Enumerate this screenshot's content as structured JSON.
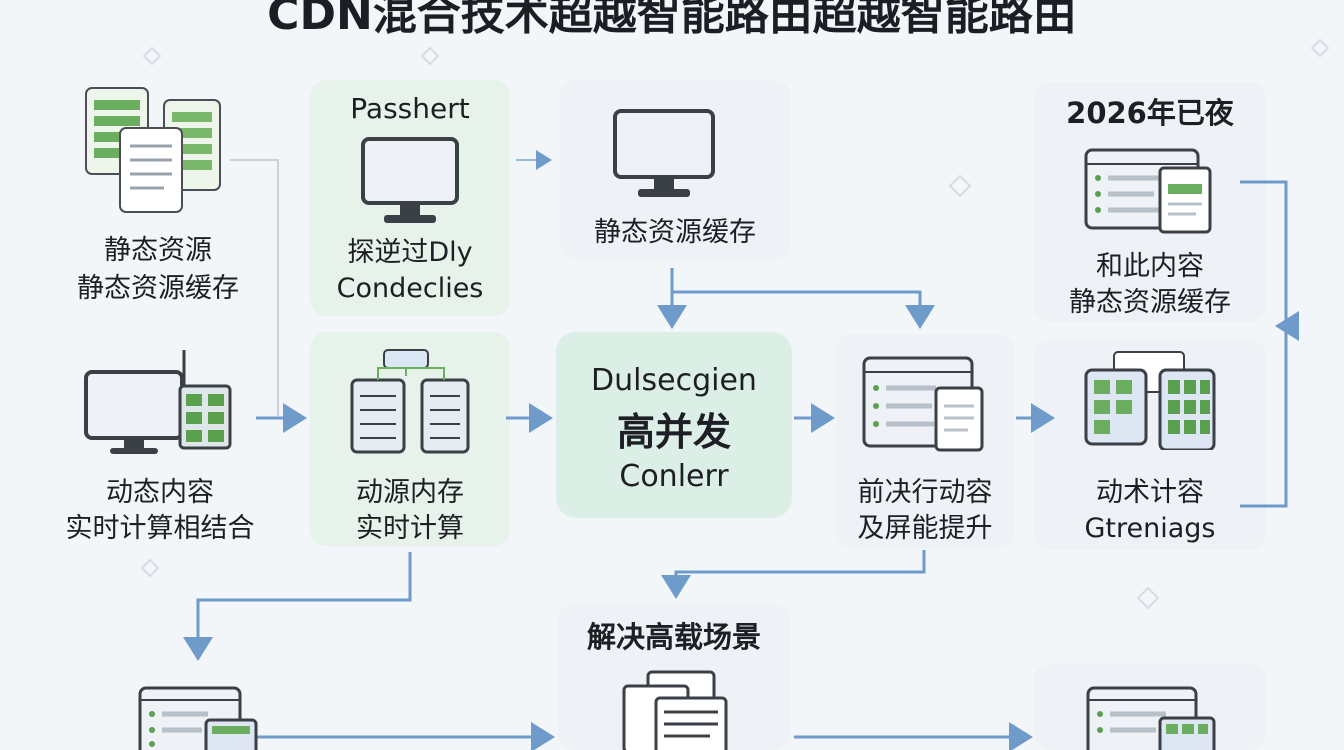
{
  "title": "CDN混合技术超越智能路由超越智能路由",
  "top_left": {
    "line1": "静态资源",
    "line2": "静态资源缓存"
  },
  "passhert": {
    "heading": "Passhert",
    "line1": "探逆过Dly",
    "line2": "Condeclies"
  },
  "static_cache": {
    "label": "静态资源缓存"
  },
  "year_card": {
    "heading": "2026年已夜",
    "line1": "和此内容",
    "line2": "静态资源缓存"
  },
  "dynamic": {
    "line1": "动态内容",
    "line2": "实时计算相结合"
  },
  "dynamic_store": {
    "line1": "动源内存",
    "line2": "实时计算"
  },
  "hub": {
    "line1": "Dulsecgien",
    "line2": "高并发",
    "line3": "Conlerr"
  },
  "improve": {
    "line1": "前决行动容",
    "line2": "及屏能提升"
  },
  "tech": {
    "line1": "动术计容",
    "line2": "Gtreniags"
  },
  "scenario": {
    "label": "解决高载场景"
  },
  "colors": {
    "arrow": "#6e9bc9",
    "green_cell": "#5aa04e",
    "monitor_dark": "#3b3f46"
  }
}
